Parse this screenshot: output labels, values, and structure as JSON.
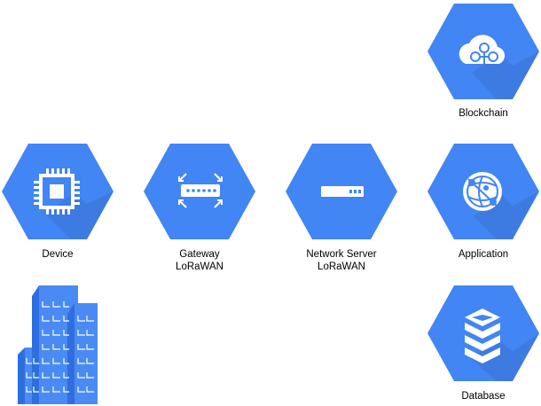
{
  "colors": {
    "hex": "#4285f4",
    "hex_shadow": "#3b73d4",
    "icon": "#ffffff",
    "building": "#4a8af4",
    "building_dark": "#2d6fe0"
  },
  "nodes": {
    "blockchain": {
      "label_lines": [
        "Blockchain"
      ],
      "icon": "cloud-network-icon"
    },
    "device": {
      "label_lines": [
        "Device"
      ],
      "icon": "chip-icon"
    },
    "gateway": {
      "label_lines": [
        "Gateway",
        "LoRaWAN"
      ],
      "icon": "router-icon"
    },
    "network_server": {
      "label_lines": [
        "Network Server",
        "LoRaWAN"
      ],
      "icon": "server-icon"
    },
    "application": {
      "label_lines": [
        "Application"
      ],
      "icon": "globe-icon"
    },
    "database": {
      "label_lines": [
        "Database"
      ],
      "icon": "database-stack-icon"
    }
  },
  "building": {
    "icon": "building-icon"
  }
}
